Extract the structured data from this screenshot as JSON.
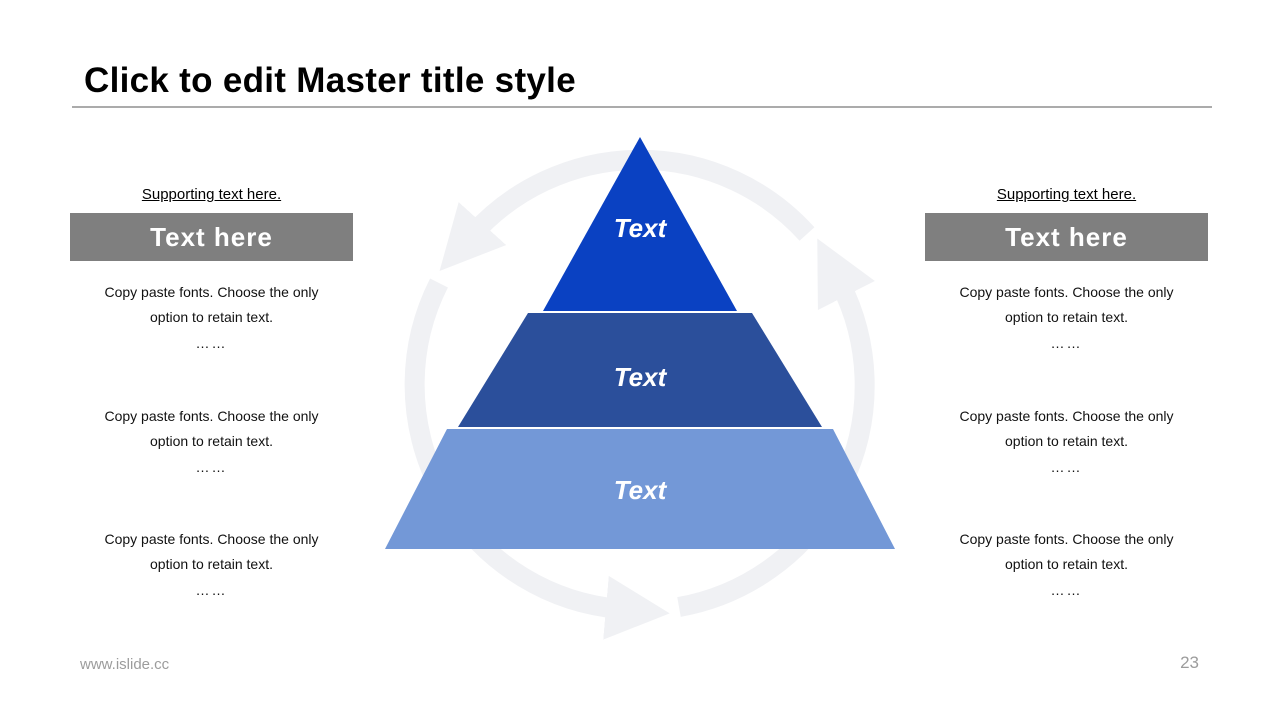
{
  "slide": {
    "title": "Click to edit Master title style",
    "footer": {
      "website": "www.islide.cc",
      "page_number": "23"
    }
  },
  "pyramid": {
    "cycle_arrow_color": "#f0f1f4",
    "levels": [
      {
        "label": "Text",
        "color": "#0a41c2"
      },
      {
        "label": "Text",
        "color": "#2b4f9b"
      },
      {
        "label": "Text",
        "color": "#7398d7"
      }
    ]
  },
  "left_panel": {
    "supporting_text": "Supporting text here.",
    "header": {
      "label": "Text here",
      "bg_color": "#7f7f7f"
    },
    "paragraphs": [
      {
        "line1": "Copy paste fonts. Choose the only",
        "line2": "option to retain text.",
        "more": "……"
      },
      {
        "line1": "Copy paste fonts. Choose the only",
        "line2": "option to retain text.",
        "more": "……"
      },
      {
        "line1": "Copy paste fonts. Choose the only",
        "line2": "option to retain text.",
        "more": "……"
      }
    ]
  },
  "right_panel": {
    "supporting_text": "Supporting text here.",
    "header": {
      "label": "Text here",
      "bg_color": "#7f7f7f"
    },
    "paragraphs": [
      {
        "line1": "Copy paste fonts. Choose the only",
        "line2": "option to retain text.",
        "more": "……"
      },
      {
        "line1": "Copy paste fonts. Choose the only",
        "line2": "option to retain text.",
        "more": "……"
      },
      {
        "line1": "Copy paste fonts. Choose the only",
        "line2": "option to retain text.",
        "more": "……"
      }
    ]
  }
}
